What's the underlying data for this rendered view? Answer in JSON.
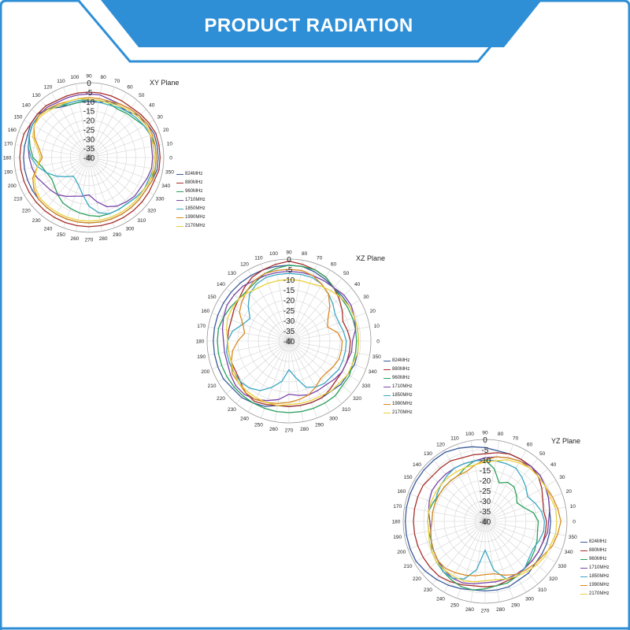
{
  "header": {
    "title": "PRODUCT RADIATION",
    "band_color": "#2f8fd6"
  },
  "chart_data": [
    {
      "type": "polar-line",
      "title": "XY Plane",
      "angle_ticks": [
        "0",
        "10",
        "20",
        "30",
        "40",
        "50",
        "60",
        "70",
        "80",
        "90",
        "100",
        "110",
        "120",
        "130",
        "140",
        "150",
        "160",
        "170",
        "180",
        "190",
        "200",
        "210",
        "220",
        "230",
        "240",
        "250",
        "260",
        "270",
        "280",
        "290",
        "300",
        "310",
        "320",
        "330",
        "340",
        "350"
      ],
      "radial_ticks": [
        "0",
        "-5",
        "-10",
        "-15",
        "-20",
        "-25",
        "-30",
        "-35",
        "-40"
      ],
      "rlim": [
        -40,
        0
      ],
      "angles": [
        0,
        10,
        20,
        30,
        40,
        50,
        60,
        70,
        80,
        90,
        100,
        110,
        120,
        130,
        140,
        150,
        160,
        170,
        180,
        190,
        200,
        210,
        220,
        230,
        240,
        250,
        260,
        270,
        280,
        290,
        300,
        310,
        320,
        330,
        340,
        350
      ],
      "series": [
        {
          "name": "824MHz",
          "color": "#3a5a9b",
          "values": [
            -3,
            -3,
            -3,
            -4,
            -5,
            -8,
            -8,
            -8,
            -10,
            -10,
            -10,
            -10,
            -9,
            -6,
            -4,
            -4,
            -5,
            -5,
            -5,
            -5,
            -5,
            -5,
            -5,
            -5,
            -5,
            -5,
            -5,
            -5,
            -5,
            -5,
            -5,
            -5,
            -5,
            -5,
            -4,
            -3
          ]
        },
        {
          "name": "880MHz",
          "color": "#a6302b",
          "values": [
            -2,
            -2,
            -2,
            -3,
            -4,
            -5,
            -5,
            -5,
            -5,
            -5,
            -5,
            -5,
            -5,
            -4,
            -4,
            -4,
            -3,
            -3,
            -3,
            -3,
            -3,
            -3,
            -3,
            -3,
            -3,
            -3,
            -3,
            -3,
            -3,
            -3,
            -3,
            -3,
            -3,
            -3,
            -3,
            -2
          ]
        },
        {
          "name": "960MHz",
          "color": "#2aa05c",
          "values": [
            -4,
            -4,
            -5,
            -6,
            -8,
            -9,
            -10,
            -9,
            -9,
            -9,
            -10,
            -10,
            -8,
            -6,
            -5,
            -5,
            -6,
            -8,
            -10,
            -14,
            -16,
            -17,
            -16,
            -14,
            -12,
            -11,
            -10,
            -9,
            -8,
            -8,
            -8,
            -8,
            -7,
            -6,
            -5,
            -4
          ]
        },
        {
          "name": "1710MHz",
          "color": "#7a45a8",
          "values": [
            -6,
            -6,
            -5,
            -5,
            -5,
            -6,
            -7,
            -7,
            -6,
            -6,
            -6,
            -6,
            -6,
            -5,
            -5,
            -5,
            -6,
            -7,
            -8,
            -9,
            -10,
            -12,
            -13,
            -14,
            -16,
            -18,
            -19,
            -20,
            -16,
            -12,
            -10,
            -9,
            -8,
            -8,
            -7,
            -6
          ]
        },
        {
          "name": "1850MHz",
          "color": "#3aa7c2",
          "values": [
            -5,
            -5,
            -5,
            -6,
            -7,
            -8,
            -9,
            -10,
            -10,
            -9,
            -9,
            -9,
            -8,
            -6,
            -5,
            -5,
            -6,
            -7,
            -9,
            -12,
            -16,
            -20,
            -24,
            -27,
            -26,
            -24,
            -20,
            -14,
            -10,
            -8,
            -8,
            -8,
            -7,
            -6,
            -6,
            -5
          ]
        },
        {
          "name": "1990MHz",
          "color": "#d98a1f",
          "values": [
            -4,
            -4,
            -4,
            -4,
            -5,
            -6,
            -7,
            -8,
            -8,
            -8,
            -8,
            -8,
            -7,
            -6,
            -5,
            -6,
            -9,
            -13,
            -15,
            -12,
            -8,
            -6,
            -5,
            -5,
            -5,
            -5,
            -5,
            -5,
            -5,
            -5,
            -5,
            -5,
            -5,
            -5,
            -4,
            -4
          ]
        },
        {
          "name": "2170MHz",
          "color": "#ead13a",
          "values": [
            -5,
            -5,
            -5,
            -5,
            -6,
            -7,
            -8,
            -9,
            -9,
            -9,
            -8,
            -8,
            -8,
            -7,
            -6,
            -6,
            -8,
            -12,
            -14,
            -12,
            -9,
            -7,
            -6,
            -6,
            -6,
            -6,
            -6,
            -6,
            -6,
            -6,
            -6,
            -6,
            -6,
            -6,
            -5,
            -5
          ]
        }
      ]
    },
    {
      "type": "polar-line",
      "title": "XZ Plane",
      "angle_ticks": [
        "0",
        "10",
        "20",
        "30",
        "40",
        "50",
        "60",
        "70",
        "80",
        "90",
        "100",
        "110",
        "120",
        "130",
        "140",
        "150",
        "160",
        "170",
        "180",
        "190",
        "200",
        "210",
        "220",
        "230",
        "240",
        "250",
        "260",
        "270",
        "280",
        "290",
        "300",
        "310",
        "320",
        "330",
        "340",
        "350"
      ],
      "radial_ticks": [
        "0",
        "-5",
        "-10",
        "-15",
        "-20",
        "-25",
        "-30",
        "-35",
        "-40"
      ],
      "rlim": [
        -40,
        0
      ],
      "angles": [
        0,
        10,
        20,
        30,
        40,
        50,
        60,
        70,
        80,
        90,
        100,
        110,
        120,
        130,
        140,
        150,
        160,
        170,
        180,
        190,
        200,
        210,
        220,
        230,
        240,
        250,
        260,
        270,
        280,
        290,
        300,
        310,
        320,
        330,
        340,
        350
      ],
      "series": [
        {
          "name": "824MHz",
          "color": "#3a5a9b",
          "values": [
            -6,
            -6,
            -6,
            -6,
            -6,
            -6,
            -5,
            -4,
            -3,
            -3,
            -3,
            -3,
            -3,
            -3,
            -3,
            -3,
            -3,
            -3,
            -3,
            -3,
            -3,
            -3,
            -4,
            -4,
            -5,
            -6,
            -8,
            -8,
            -8,
            -8,
            -8,
            -8,
            -7,
            -7,
            -6,
            -6
          ]
        },
        {
          "name": "880MHz",
          "color": "#a6302b",
          "values": [
            -10,
            -11,
            -12,
            -10,
            -8,
            -6,
            -4,
            -3,
            -2,
            -1,
            -2,
            -3,
            -4,
            -6,
            -8,
            -9,
            -10,
            -10,
            -10,
            -10,
            -10,
            -10,
            -9,
            -7,
            -6,
            -7,
            -8,
            -8,
            -8,
            -8,
            -8,
            -9,
            -10,
            -10,
            -10,
            -10
          ]
        },
        {
          "name": "960MHz",
          "color": "#2aa05c",
          "values": [
            -7,
            -7,
            -7,
            -7,
            -7,
            -6,
            -4,
            -3,
            -3,
            -3,
            -4,
            -5,
            -7,
            -8,
            -8,
            -7,
            -6,
            -5,
            -5,
            -5,
            -5,
            -5,
            -5,
            -5,
            -5,
            -5,
            -5,
            -5,
            -5,
            -5,
            -5,
            -5,
            -6,
            -6,
            -7,
            -7
          ]
        },
        {
          "name": "1710MHz",
          "color": "#7a45a8",
          "values": [
            -9,
            -7,
            -6,
            -5,
            -5,
            -6,
            -6,
            -6,
            -6,
            -6,
            -6,
            -6,
            -6,
            -5,
            -5,
            -5,
            -6,
            -7,
            -8,
            -8,
            -8,
            -7,
            -6,
            -6,
            -7,
            -9,
            -11,
            -14,
            -13,
            -12,
            -12,
            -12,
            -11,
            -10,
            -10,
            -9
          ]
        },
        {
          "name": "1850MHz",
          "color": "#3aa7c2",
          "values": [
            -12,
            -13,
            -14,
            -14,
            -12,
            -10,
            -8,
            -7,
            -7,
            -7,
            -7,
            -7,
            -8,
            -10,
            -14,
            -18,
            -16,
            -12,
            -10,
            -9,
            -9,
            -9,
            -9,
            -10,
            -12,
            -16,
            -20,
            -26,
            -22,
            -16,
            -14,
            -13,
            -13,
            -12,
            -12,
            -12
          ]
        },
        {
          "name": "1990MHz",
          "color": "#d98a1f",
          "values": [
            -14,
            -16,
            -20,
            -18,
            -14,
            -10,
            -8,
            -6,
            -5,
            -5,
            -5,
            -5,
            -6,
            -8,
            -10,
            -12,
            -16,
            -18,
            -15,
            -12,
            -10,
            -8,
            -8,
            -7,
            -7,
            -8,
            -9,
            -10,
            -11,
            -12,
            -14,
            -16,
            -16,
            -15,
            -14,
            -14
          ]
        },
        {
          "name": "2170MHz",
          "color": "#ead13a",
          "values": [
            -6,
            -6,
            -6,
            -6,
            -7,
            -8,
            -9,
            -10,
            -10,
            -10,
            -10,
            -10,
            -10,
            -9,
            -8,
            -8,
            -8,
            -9,
            -10,
            -10,
            -10,
            -9,
            -8,
            -8,
            -8,
            -8,
            -8,
            -9,
            -9,
            -9,
            -9,
            -8,
            -8,
            -7,
            -7,
            -6
          ]
        }
      ]
    },
    {
      "type": "polar-line",
      "title": "YZ Plane",
      "angle_ticks": [
        "0",
        "10",
        "20",
        "30",
        "40",
        "50",
        "60",
        "70",
        "80",
        "90",
        "100",
        "110",
        "120",
        "130",
        "140",
        "150",
        "160",
        "170",
        "180",
        "190",
        "200",
        "210",
        "220",
        "230",
        "240",
        "250",
        "260",
        "270",
        "280",
        "290",
        "300",
        "310",
        "320",
        "330",
        "340",
        "350"
      ],
      "radial_ticks": [
        "0",
        "-5",
        "-10",
        "-15",
        "-20",
        "-25",
        "-30",
        "-35",
        "-40"
      ],
      "rlim": [
        -40,
        0
      ],
      "angles": [
        0,
        10,
        20,
        30,
        40,
        50,
        60,
        70,
        80,
        90,
        100,
        110,
        120,
        130,
        140,
        150,
        160,
        170,
        180,
        190,
        200,
        210,
        220,
        230,
        240,
        250,
        260,
        270,
        280,
        290,
        300,
        310,
        320,
        330,
        340,
        350
      ],
      "series": [
        {
          "name": "824MHz",
          "color": "#3a5a9b",
          "values": [
            -8,
            -8,
            -7,
            -6,
            -5,
            -5,
            -5,
            -5,
            -5,
            -4,
            -3,
            -2,
            -1,
            -1,
            -1,
            -1,
            -1,
            -1,
            -1,
            -1,
            -1,
            -1,
            -2,
            -3,
            -4,
            -5,
            -6,
            -6,
            -6,
            -6,
            -7,
            -7,
            -8,
            -8,
            -8,
            -8
          ]
        },
        {
          "name": "880MHz",
          "color": "#a6302b",
          "values": [
            -10,
            -11,
            -10,
            -8,
            -6,
            -5,
            -5,
            -5,
            -6,
            -7,
            -7,
            -7,
            -6,
            -6,
            -6,
            -5,
            -5,
            -5,
            -5,
            -5,
            -5,
            -5,
            -5,
            -5,
            -6,
            -7,
            -8,
            -8,
            -8,
            -9,
            -9,
            -10,
            -10,
            -10,
            -10,
            -10
          ]
        },
        {
          "name": "960MHz",
          "color": "#2aa05c",
          "values": [
            -14,
            -16,
            -20,
            -22,
            -20,
            -18,
            -18,
            -20,
            -14,
            -10,
            -10,
            -12,
            -14,
            -14,
            -14,
            -14,
            -13,
            -12,
            -12,
            -12,
            -12,
            -11,
            -10,
            -8,
            -7,
            -6,
            -6,
            -7,
            -8,
            -8,
            -9,
            -10,
            -11,
            -12,
            -13,
            -14
          ]
        },
        {
          "name": "1710MHz",
          "color": "#7a45a8",
          "values": [
            -9,
            -8,
            -7,
            -6,
            -5,
            -5,
            -6,
            -7,
            -8,
            -9,
            -10,
            -10,
            -10,
            -10,
            -10,
            -10,
            -11,
            -12,
            -13,
            -13,
            -12,
            -11,
            -10,
            -9,
            -8,
            -8,
            -9,
            -10,
            -10,
            -10,
            -10,
            -10,
            -10,
            -10,
            -10,
            -9
          ]
        },
        {
          "name": "1850MHz",
          "color": "#3aa7c2",
          "values": [
            -11,
            -12,
            -14,
            -16,
            -14,
            -12,
            -10,
            -10,
            -10,
            -10,
            -10,
            -10,
            -10,
            -11,
            -12,
            -13,
            -14,
            -14,
            -14,
            -13,
            -12,
            -10,
            -9,
            -8,
            -8,
            -10,
            -16,
            -26,
            -16,
            -10,
            -9,
            -10,
            -12,
            -13,
            -12,
            -11
          ]
        },
        {
          "name": "1990MHz",
          "color": "#d98a1f",
          "values": [
            -3,
            -4,
            -5,
            -6,
            -6,
            -6,
            -6,
            -7,
            -8,
            -10,
            -12,
            -14,
            -14,
            -14,
            -14,
            -14,
            -14,
            -14,
            -14,
            -13,
            -12,
            -11,
            -10,
            -10,
            -11,
            -12,
            -13,
            -14,
            -14,
            -12,
            -10,
            -9,
            -8,
            -7,
            -5,
            -4
          ]
        },
        {
          "name": "2170MHz",
          "color": "#ead13a",
          "values": [
            -5,
            -5,
            -6,
            -6,
            -6,
            -6,
            -7,
            -8,
            -10,
            -11,
            -12,
            -12,
            -12,
            -12,
            -12,
            -12,
            -12,
            -12,
            -12,
            -12,
            -11,
            -10,
            -9,
            -9,
            -9,
            -9,
            -10,
            -11,
            -11,
            -10,
            -9,
            -8,
            -7,
            -6,
            -6,
            -5
          ]
        }
      ]
    }
  ]
}
